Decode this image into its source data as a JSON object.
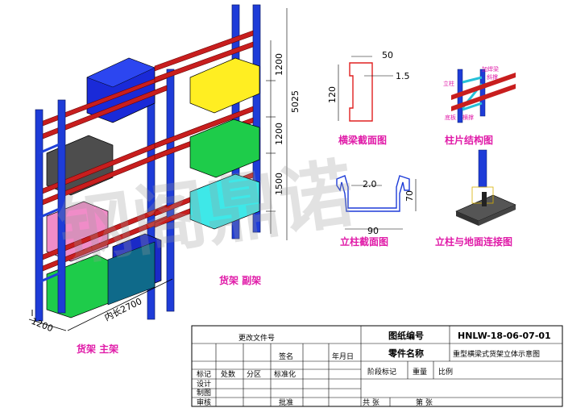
{
  "labels": {
    "main_rack": "货架 主架",
    "sub_rack": "货架 副架",
    "beam_section": "横梁截面图",
    "frame_structure": "柱片结构图",
    "column_section": "立柱截面图",
    "column_floor": "立柱与地面连接图"
  },
  "frame_callouts": {
    "column": "立柱",
    "bracing": "斜撑",
    "beam": "加焊梁",
    "base": "底板",
    "cross": "横撑"
  },
  "dimensions": {
    "total_height": "5025",
    "level1": "1200",
    "level2": "1200",
    "level3": "1500",
    "inner_length": "内长2700",
    "depth": "1200",
    "beam_width": "50",
    "beam_thickness": "1.5",
    "beam_height": "120",
    "column_thickness": "2.0",
    "column_width": "90",
    "column_depth": "70"
  },
  "watermark": "钢阁鼎诺",
  "title_block": {
    "drawing_no_label": "图纸编号",
    "drawing_no": "HNLW-18-06-07-01",
    "part_name_label": "零件名称",
    "part_name": "重型横梁式货架立体示意图",
    "change_doc": "更改文件号",
    "sign": "签名",
    "date": "年月日",
    "mark": "标记",
    "count": "处数",
    "zone": "分区",
    "standardize": "标准化",
    "design": "设计",
    "drawing": "制图",
    "review": "审核",
    "approve": "批准",
    "stage_mark": "阶段标记",
    "weight": "重量",
    "scale": "比例",
    "total_sheets": "共 张",
    "sheet_no": "第 张"
  }
}
